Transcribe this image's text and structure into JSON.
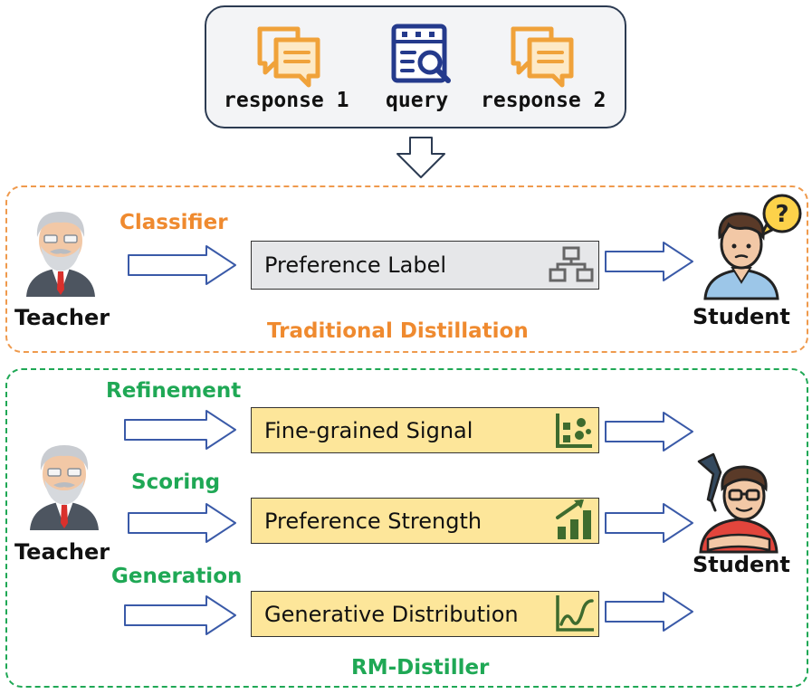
{
  "inputs": {
    "response_1": "response 1",
    "query": "query",
    "response_2": "response 2"
  },
  "traditional": {
    "method": "Classifier",
    "box": "Preference Label",
    "teacher": "Teacher",
    "student": "Student",
    "section_title": "Traditional Distillation"
  },
  "rm_distiller": {
    "rows": [
      {
        "method": "Refinement",
        "box": "Fine-grained Signal"
      },
      {
        "method": "Scoring",
        "box": "Preference Strength"
      },
      {
        "method": "Generation",
        "box": "Generative Distribution"
      }
    ],
    "teacher": "Teacher",
    "student": "Student",
    "section_title": "RM-Distiller"
  },
  "colors": {
    "orange": "#ef8a2f",
    "green": "#1fa855",
    "navy": "#2c3b52",
    "yellow_box": "#fde69a",
    "gray_box": "#e6e7e9"
  }
}
